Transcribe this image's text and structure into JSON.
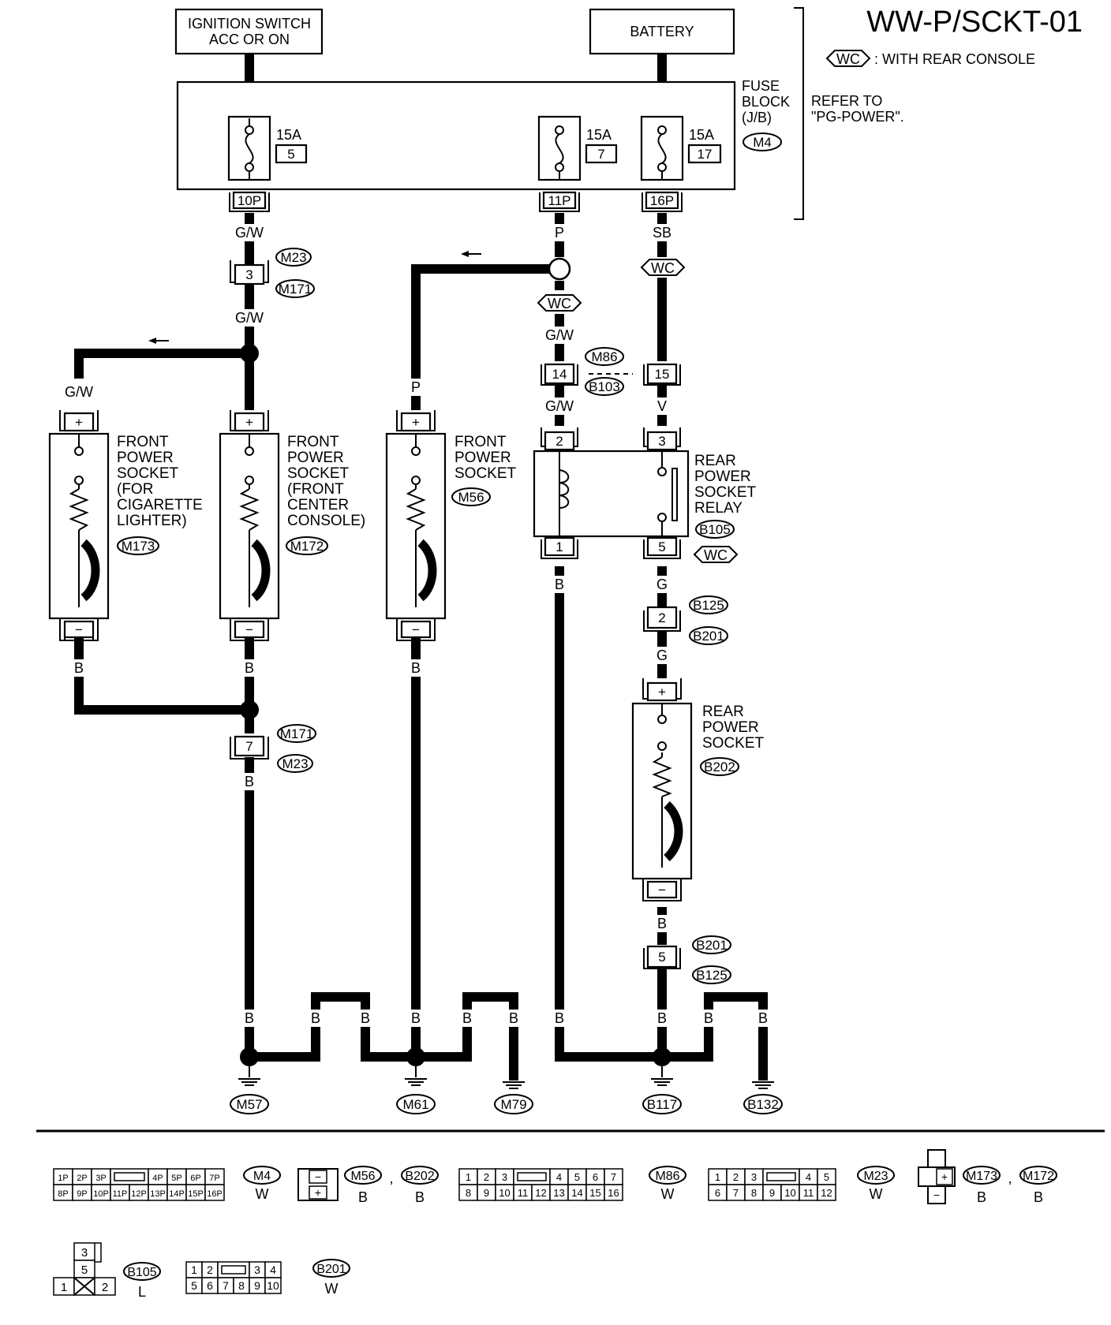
{
  "title": "WW-P/SCKT-01",
  "legend": {
    "tag": "WC",
    "text": ": WITH REAR CONSOLE"
  },
  "sources": {
    "ignition": [
      "IGNITION SWITCH",
      "ACC OR ON"
    ],
    "battery": "BATTERY"
  },
  "fuse_block": {
    "label": [
      "FUSE",
      "BLOCK",
      "(J/B)"
    ],
    "connector": "M4",
    "refer": [
      "REFER TO",
      "\"PG-POWER\"."
    ],
    "fuses": [
      {
        "amp": "15A",
        "num": "5",
        "terminal": "10P"
      },
      {
        "amp": "15A",
        "num": "7",
        "terminal": "11P"
      },
      {
        "amp": "15A",
        "num": "17",
        "terminal": "16P"
      }
    ]
  },
  "wires": {
    "gw": "G/W",
    "p": "P",
    "sb": "SB",
    "v": "V",
    "b": "B",
    "g": "G"
  },
  "connectors": {
    "m23": "M23",
    "m171": "M171",
    "m86": "M86",
    "b103": "B103",
    "b105": "B105",
    "b125": "B125",
    "b201": "B201",
    "b202": "B202",
    "m56": "M56",
    "m172": "M172",
    "m173": "M173"
  },
  "pins": {
    "p3": "3",
    "p7": "7",
    "p14": "14",
    "p15": "15",
    "p2": "2",
    "p1": "1",
    "p5": "5",
    "plus": "+",
    "minus": "−"
  },
  "components": {
    "socket_cig": [
      "FRONT",
      "POWER",
      "SOCKET",
      "(FOR",
      "CIGARETTE",
      "LIGHTER)"
    ],
    "socket_center": [
      "FRONT",
      "POWER",
      "SOCKET",
      "(FRONT",
      "CENTER",
      "CONSOLE)"
    ],
    "socket_front": [
      "FRONT",
      "POWER",
      "SOCKET"
    ],
    "relay": [
      "REAR",
      "POWER",
      "SOCKET",
      "RELAY"
    ],
    "rear_socket": [
      "REAR",
      "POWER",
      "SOCKET"
    ]
  },
  "grounds": [
    "M57",
    "M61",
    "M79",
    "B117",
    "B132"
  ],
  "connector_views": {
    "m4": {
      "id": "M4",
      "color": "W",
      "top": [
        "1P",
        "2P",
        "3P",
        "",
        "4P",
        "5P",
        "6P",
        "7P"
      ],
      "bottom": [
        "8P",
        "9P",
        "10P",
        "11P",
        "12P",
        "13P",
        "14P",
        "15P",
        "16P"
      ]
    },
    "m56b202": {
      "ids": [
        "M56",
        "B202"
      ],
      "colors": [
        "B",
        "B"
      ],
      "sep": ","
    },
    "m86": {
      "id": "M86",
      "color": "W",
      "top": [
        "1",
        "2",
        "3",
        "",
        "4",
        "5",
        "6",
        "7"
      ],
      "bottom": [
        "8",
        "9",
        "10",
        "11",
        "12",
        "13",
        "14",
        "15",
        "16"
      ]
    },
    "m23": {
      "id": "M23",
      "color": "W",
      "top": [
        "1",
        "2",
        "3",
        "",
        "4",
        "5"
      ],
      "bottom": [
        "6",
        "7",
        "8",
        "9",
        "10",
        "11",
        "12"
      ]
    },
    "m173m172": {
      "ids": [
        "M173",
        "M172"
      ],
      "colors": [
        "B",
        "B"
      ],
      "sep": ","
    },
    "b105": {
      "id": "B105",
      "color": "L",
      "pins": [
        "3",
        "5",
        "1",
        "2"
      ]
    },
    "b201": {
      "id": "B201",
      "color": "W",
      "top": [
        "1",
        "2",
        "",
        "3",
        "4"
      ],
      "bottom": [
        "5",
        "6",
        "7",
        "8",
        "9",
        "10"
      ]
    }
  }
}
